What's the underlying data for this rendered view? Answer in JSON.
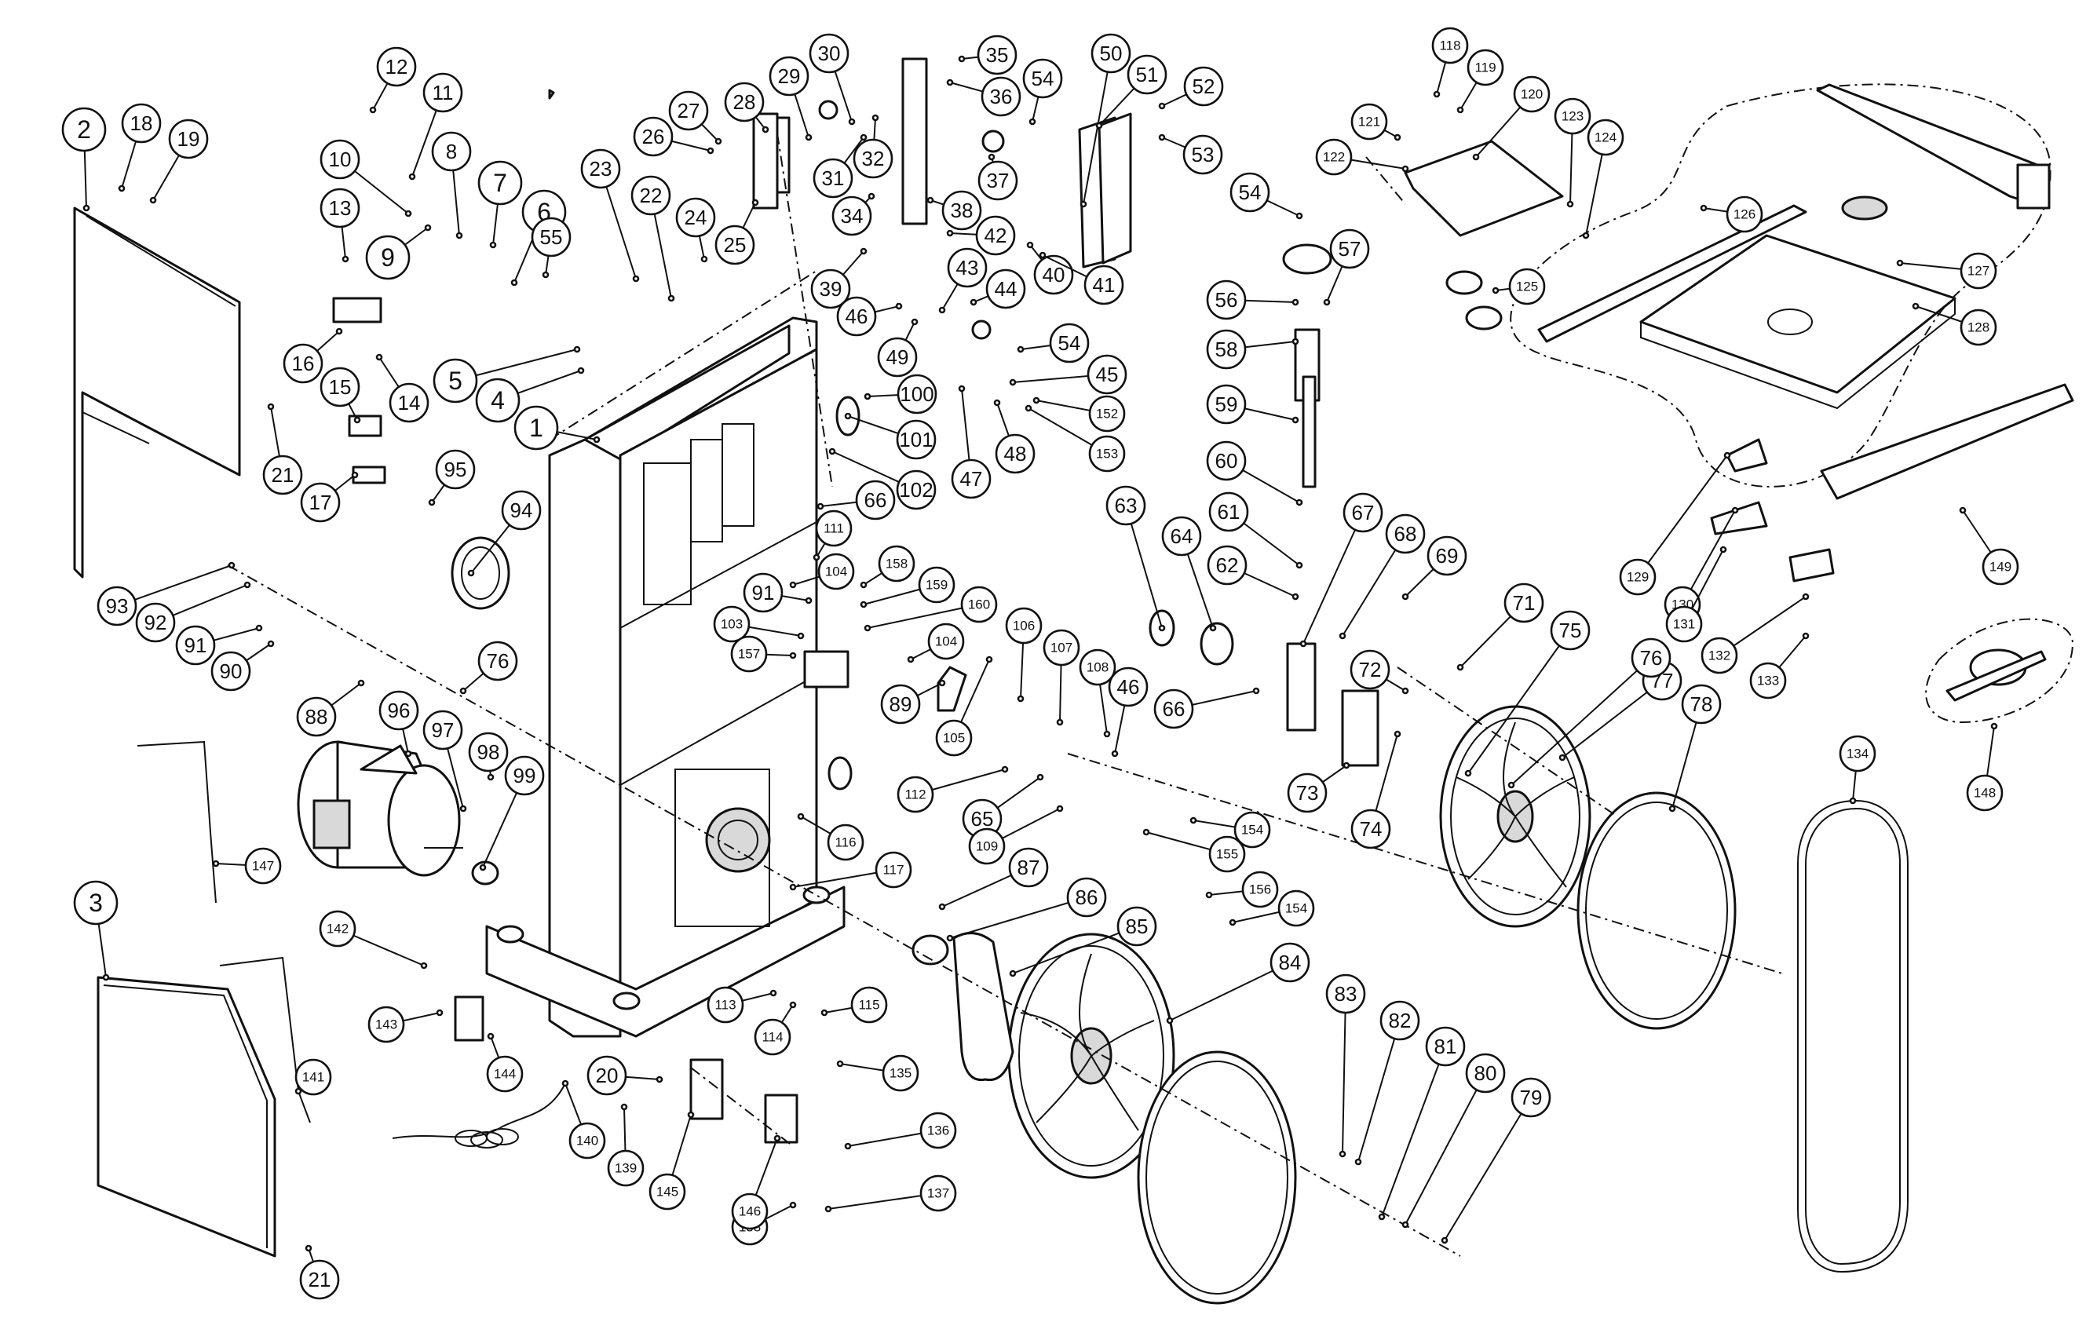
{
  "callouts": [
    "1",
    "2",
    "3",
    "4",
    "5",
    "6",
    "7",
    "8",
    "9",
    "10",
    "11",
    "12",
    "13",
    "14",
    "15",
    "16",
    "17",
    "18",
    "19",
    "20",
    "21",
    "22",
    "23",
    "24",
    "25",
    "26",
    "27",
    "28",
    "29",
    "30",
    "31",
    "32",
    "34",
    "35",
    "36",
    "37",
    "38",
    "39",
    "40",
    "41",
    "42",
    "43",
    "44",
    "45",
    "46",
    "47",
    "48",
    "49",
    "50",
    "51",
    "52",
    "53",
    "54",
    "55",
    "56",
    "57",
    "58",
    "59",
    "60",
    "61",
    "62",
    "63",
    "64",
    "65",
    "66",
    "67",
    "68",
    "69",
    "71",
    "72",
    "73",
    "74",
    "75",
    "76",
    "77",
    "78",
    "79",
    "80",
    "81",
    "82",
    "83",
    "84",
    "85",
    "86",
    "87",
    "88",
    "89",
    "90",
    "91",
    "92",
    "93",
    "94",
    "95",
    "96",
    "97",
    "98",
    "99",
    "100",
    "101",
    "102",
    "103",
    "104",
    "105",
    "106",
    "107",
    "108",
    "109",
    "111",
    "112",
    "113",
    "114",
    "115",
    "116",
    "117",
    "118",
    "119",
    "120",
    "121",
    "122",
    "123",
    "124",
    "125",
    "126",
    "127",
    "128",
    "129",
    "130",
    "131",
    "132",
    "133",
    "134",
    "135",
    "136",
    "137",
    "138",
    "139",
    "140",
    "141",
    "142",
    "143",
    "144",
    "145",
    "146",
    "147",
    "148",
    "149",
    "152",
    "153",
    "154",
    "155",
    "156",
    "157",
    "158",
    "159",
    "160"
  ]
}
